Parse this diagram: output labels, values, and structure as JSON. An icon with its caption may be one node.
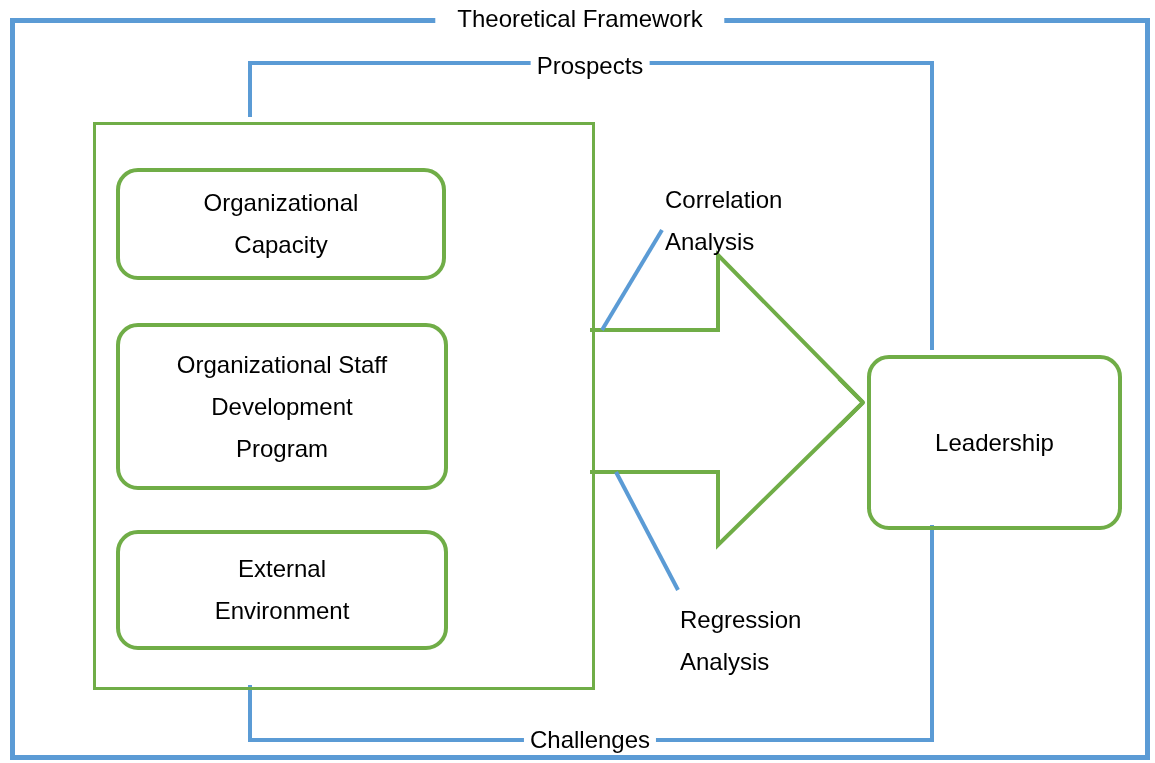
{
  "diagram": {
    "nodes": [
      {
        "text": [
          "Theoretical Framework"
        ]
      },
      {
        "text": [],
        "shape": "box",
        "in": 0
      },
      {
        "text": [
          "Organizational Capacity"
        ],
        "in": 1
      },
      {
        "text": [
          "Organizational Staff Development Program"
        ],
        "in": 1
      },
      {
        "text": [
          "External Environment"
        ],
        "in": 1
      },
      {
        "text": [
          "Leadership"
        ],
        "in": 0
      },
      {
        "text": [
          "Correlation Analysis"
        ],
        "in": 0
      },
      {
        "text": [
          "Regression Analysis"
        ],
        "in": 0
      }
    ],
    "edges": [
      {
        "from": 1,
        "to": 5,
        "arrow": "to",
        "color": "#70ad47"
      },
      {
        "from": 1,
        "to": 5,
        "arrow": "none",
        "label": "Prospects"
      },
      {
        "from": 1,
        "to": 5,
        "arrow": "none",
        "label": "Challenges"
      },
      {
        "from": 6,
        "to": 1,
        "arrow": "none"
      },
      {
        "from": 7,
        "to": 1,
        "arrow": "none"
      }
    ]
  }
}
